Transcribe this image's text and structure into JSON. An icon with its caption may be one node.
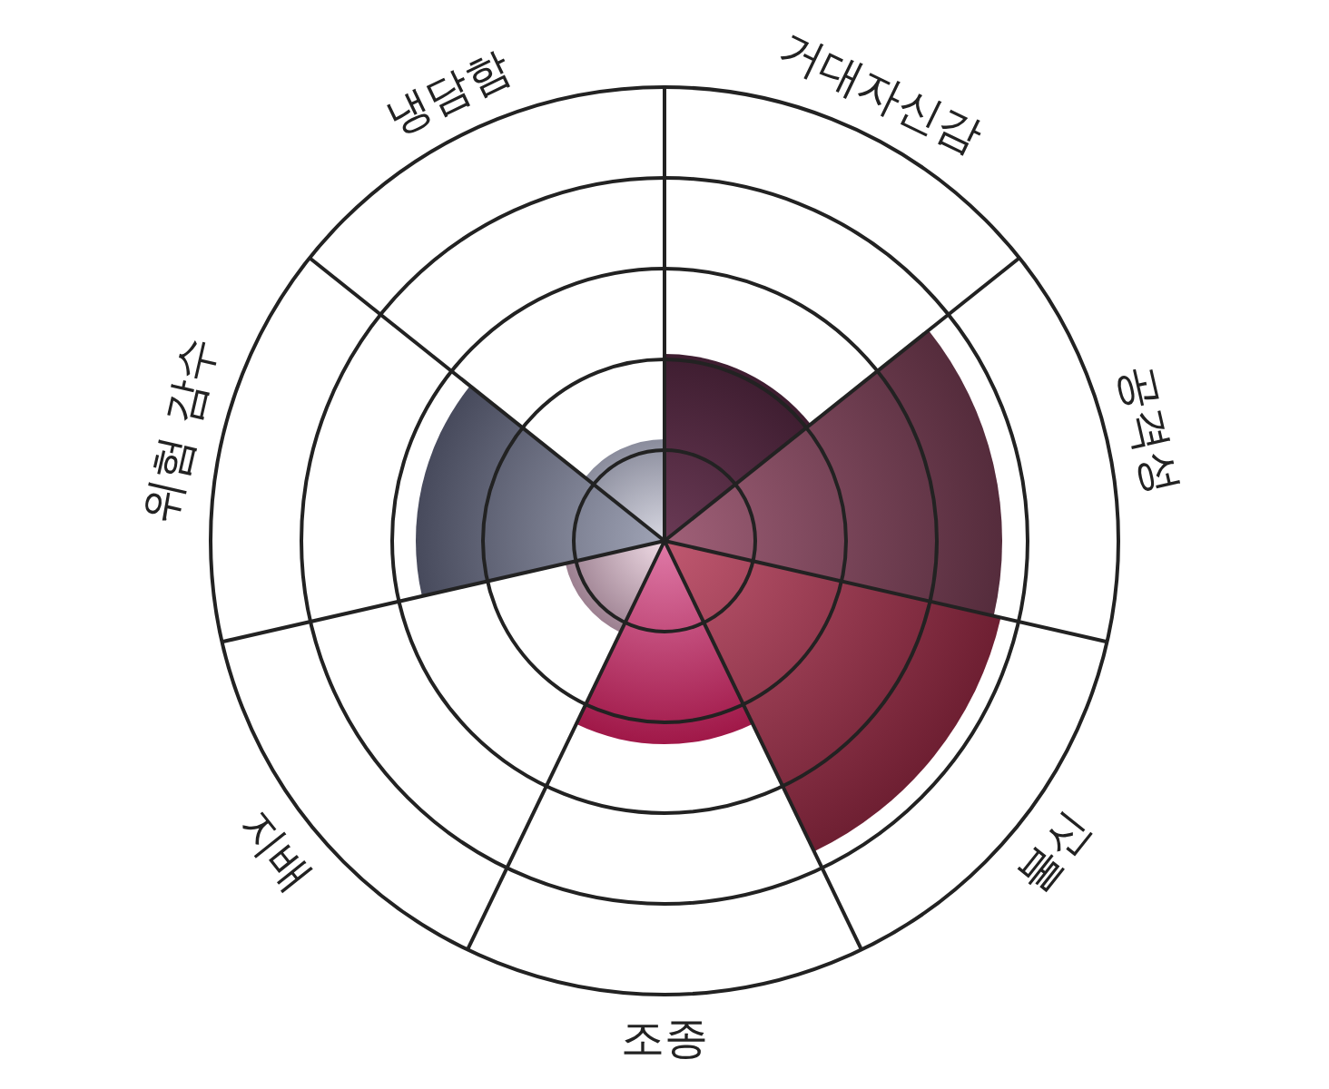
{
  "diagram": {
    "labels": [
      "거대자신감",
      "공격성",
      "불신",
      "조종",
      "지배",
      "위험 감수",
      "냉담함"
    ]
  }
}
